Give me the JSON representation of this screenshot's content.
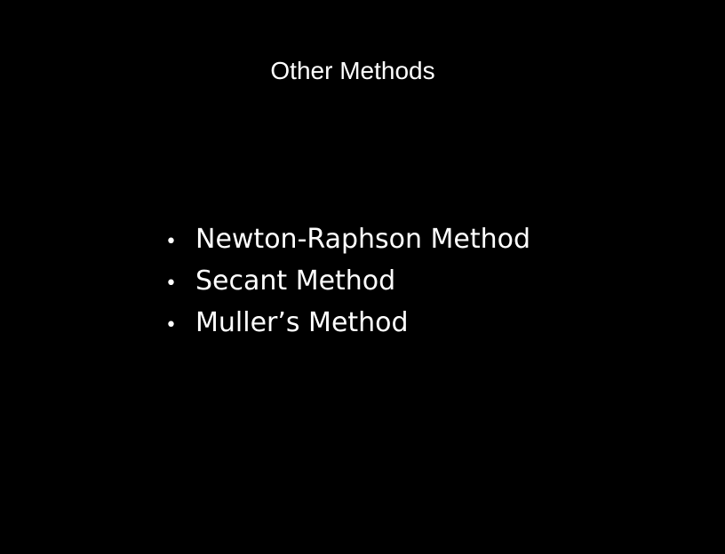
{
  "slide": {
    "title": "Other Methods",
    "bullet_glyph": "•",
    "items": [
      {
        "label": "Newton-Raphson Method"
      },
      {
        "label": "Secant Method"
      },
      {
        "label": "Muller’s Method"
      }
    ]
  },
  "colors": {
    "background": "#000000",
    "text": "#ffffff"
  }
}
